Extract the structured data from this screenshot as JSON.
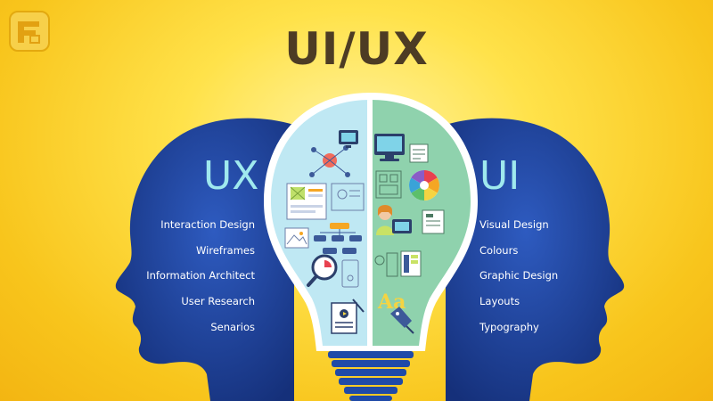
{
  "title": "UI/UX",
  "left": {
    "heading": "UX",
    "items": [
      "Interaction Design",
      "Wireframes",
      "Information Architect",
      "User Research",
      "Senarios"
    ]
  },
  "right": {
    "heading": "UI",
    "items": [
      "Visual Design",
      "Colours",
      "Graphic Design",
      "Layouts",
      "Typography"
    ]
  },
  "colors": {
    "background": "#f8c51c",
    "head": "#1f3e99",
    "title": "#4d3c24",
    "heading": "#9fe9ee",
    "bulb_left": "#bfe8f3",
    "bulb_right": "#8fd2ad"
  },
  "icons": [
    "logo-icon",
    "lightbulb-icon",
    "monitor-icon",
    "color-wheel-icon",
    "designer-icon",
    "magnifier-icon",
    "flowchart-icon",
    "wireframe-icon",
    "typography-aa-icon",
    "pen-tool-icon",
    "document-icon"
  ],
  "bulb_labels": {
    "typography_sample": "Aa"
  }
}
